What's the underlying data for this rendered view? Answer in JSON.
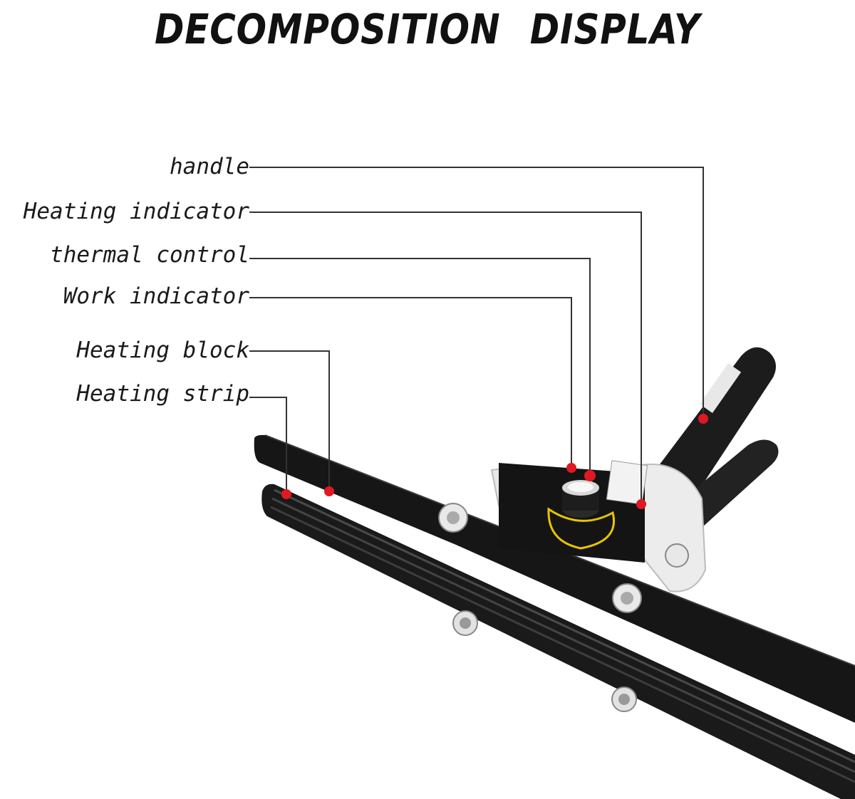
{
  "title": {
    "word1": "DECOMPOSITION",
    "word2": "DISPLAY"
  },
  "callouts": {
    "handle": "handle",
    "heating_indicator": "Heating indicator",
    "thermal_control": "thermal control",
    "work_indicator": "Work indicator",
    "heating_block": "Heating block",
    "heating_strip": "Heating strip"
  },
  "colors": {
    "marker": "#e01822",
    "leader": "#333333",
    "device_body": "#1b1b1b",
    "device_frame": "#e9e9e9"
  }
}
